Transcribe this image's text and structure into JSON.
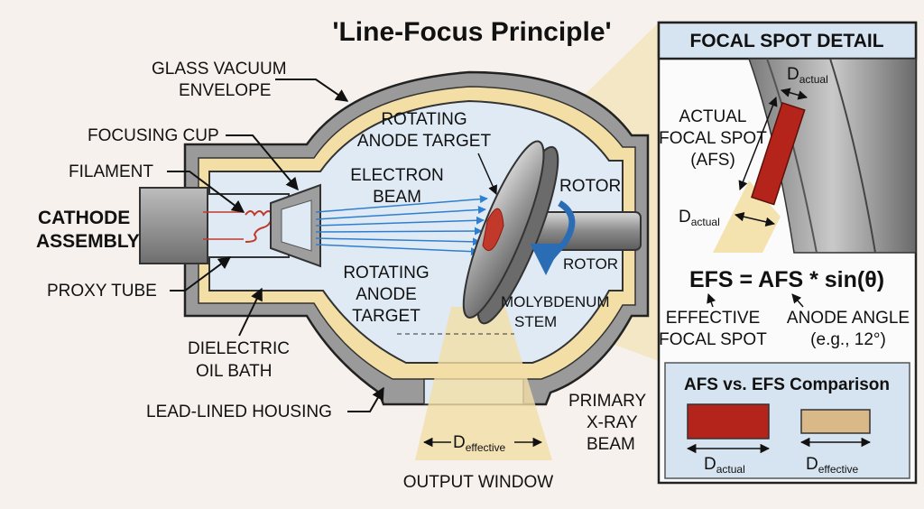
{
  "title": "'Line-Focus Principle'",
  "labels": {
    "glass_vacuum_envelope": [
      "GLASS VACUUM",
      "ENVELOPE"
    ],
    "focusing_cup": "FOCUSING CUP",
    "filament": "FILAMENT",
    "cathode_assembly": [
      "CATHODE",
      "ASSEMBLY"
    ],
    "proxy_tube": "PROXY TUBE",
    "dielectric_oil_bath": [
      "DIELECTRIC",
      "OIL BATH"
    ],
    "lead_lined_housing": "LEAD-LINED HOUSING",
    "rotating_anode_target_top": [
      "ROTATING",
      "ANODE TARGET"
    ],
    "electron_beam": [
      "ELECTRON",
      "BEAM"
    ],
    "rotating_anode_target_bottom": [
      "ROTATING",
      "ANODE",
      "TARGET"
    ],
    "rotor_top": "ROTOR",
    "rotor_bottom": "ROTOR",
    "molybdenum_stem": [
      "MOLYBDENUM",
      "STEM"
    ],
    "primary_xray_beam": [
      "PRIMARY",
      "X-RAY",
      "BEAM"
    ],
    "output_window": "OUTPUT WINDOW",
    "d_effective": {
      "base": "D",
      "sub": "effective"
    }
  },
  "detail_panel": {
    "header": "FOCAL SPOT DETAIL",
    "d_actual_top": {
      "base": "D",
      "sub": "actual"
    },
    "afs_label": [
      "ACTUAL",
      "FOCAL SPOT",
      "(AFS)"
    ],
    "d_actual_left": {
      "base": "D",
      "sub": "actual"
    },
    "formula": "EFS = AFS * sin(θ)",
    "effective_focal_spot": [
      "EFFECTIVE",
      "FOCAL SPOT"
    ],
    "anode_angle": [
      "ANODE ANGLE",
      "(e.g., 12°)"
    ]
  },
  "comparison": {
    "header": "AFS vs. EFS Comparison",
    "actual_label": {
      "base": "D",
      "sub": "actual"
    },
    "effective_label": {
      "base": "D",
      "sub": "effective"
    },
    "actual_color": "#b5241a",
    "effective_color": "#d8b987"
  },
  "colors": {
    "housing": "#9a9a9a",
    "oil": "#f3dfa6",
    "glass": "#dfeaf4",
    "beam": "#2f7fd0",
    "panel_header": "#d6e4f1",
    "comparison_bg": "#d6e4f1"
  }
}
